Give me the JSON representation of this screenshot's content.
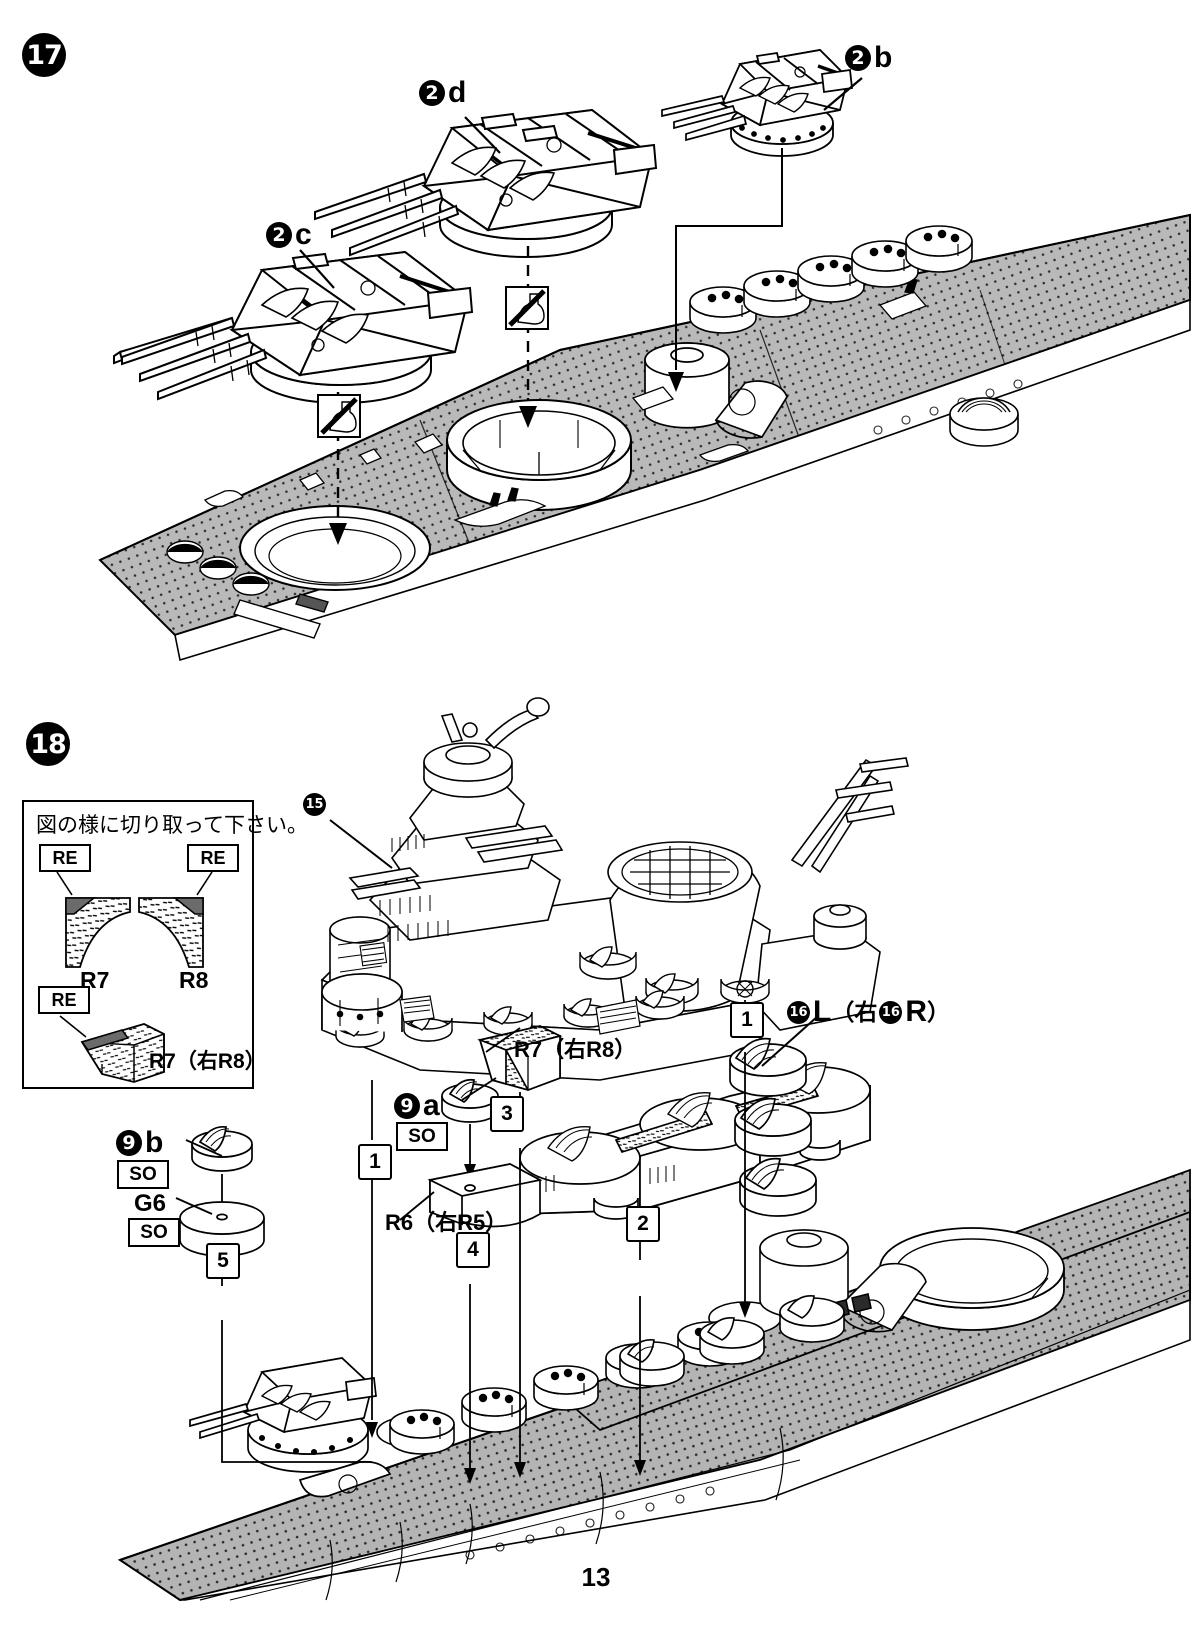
{
  "document": {
    "kind": "model-kit-assembly-instructions",
    "subject": "battleship-hull-and-superstructure",
    "page_number": "13"
  },
  "steps": [
    {
      "id": "step-17",
      "number": "17",
      "callouts": [
        {
          "name": "turret-c",
          "disc": "2",
          "letter": "c"
        },
        {
          "name": "turret-d",
          "disc": "2",
          "letter": "d"
        },
        {
          "name": "turret-b",
          "disc": "2",
          "letter": "b"
        }
      ],
      "symbols": [
        {
          "name": "no-glue-icon-left",
          "meaning": "do-not-apply-cement"
        },
        {
          "name": "no-glue-icon-center",
          "meaning": "do-not-apply-cement"
        }
      ]
    },
    {
      "id": "step-18",
      "number": "18",
      "inset": {
        "title": "図の様に切り取って下さい。",
        "tags": [
          "RE",
          "RE",
          "RE"
        ],
        "part_labels": [
          "R7",
          "R8",
          "R7（右R8）"
        ]
      },
      "callouts": [
        {
          "name": "superstructure",
          "disc": "15",
          "letter": ""
        },
        {
          "name": "aa-mount-left",
          "disc": "9",
          "letter": "b",
          "tag": "SO"
        },
        {
          "name": "aa-mount-right",
          "disc": "9",
          "letter": "a",
          "tag": "SO"
        },
        {
          "name": "base-disc",
          "label": "G6",
          "tag": "SO"
        },
        {
          "name": "searchlight-platform",
          "label": "R6（右R5）"
        },
        {
          "name": "deck-wedge",
          "label": "R7（右R8）"
        },
        {
          "name": "triple-mount",
          "disc": "16",
          "letter": "L",
          "paren_open": "（右",
          "disc2": "16",
          "letter2": "R",
          "paren_close": "）"
        }
      ],
      "sequence_refs": [
        "1",
        "2",
        "3",
        "4",
        "5",
        "1"
      ]
    }
  ],
  "labels": {
    "step17_number": "17",
    "step18_number": "18",
    "turret_c_disc": "2",
    "turret_c_letter": "c",
    "turret_d_disc": "2",
    "turret_d_letter": "d",
    "turret_b_disc": "2",
    "turret_b_letter": "b",
    "super_disc": "15",
    "mount_b_disc": "9",
    "mount_b_letter": "b",
    "mount_a_disc": "9",
    "mount_a_letter": "a",
    "g6": "G6",
    "so_tag": "SO",
    "re_tag": "RE",
    "r6_label": "R6（右R5）",
    "r7_r8_label": "R7（右R8）",
    "r7": "R7",
    "r8": "R8",
    "triple_disc_1": "16",
    "triple_letter_1": "L",
    "triple_paren_open": "（右",
    "triple_disc_2": "16",
    "triple_letter_2": "R",
    "triple_paren_close": "）",
    "inset_title": "図の様に切り取って下さい。",
    "num_1a": "1",
    "num_1b": "1",
    "num_2": "2",
    "num_3": "3",
    "num_4": "4",
    "num_5": "5",
    "page": "13"
  },
  "colors": {
    "ink": "#000000",
    "paper": "#ffffff",
    "deck_hatch": "#9c9c9c",
    "cut_area": "#6b6b6b",
    "line_light": "#3c3c3c"
  }
}
